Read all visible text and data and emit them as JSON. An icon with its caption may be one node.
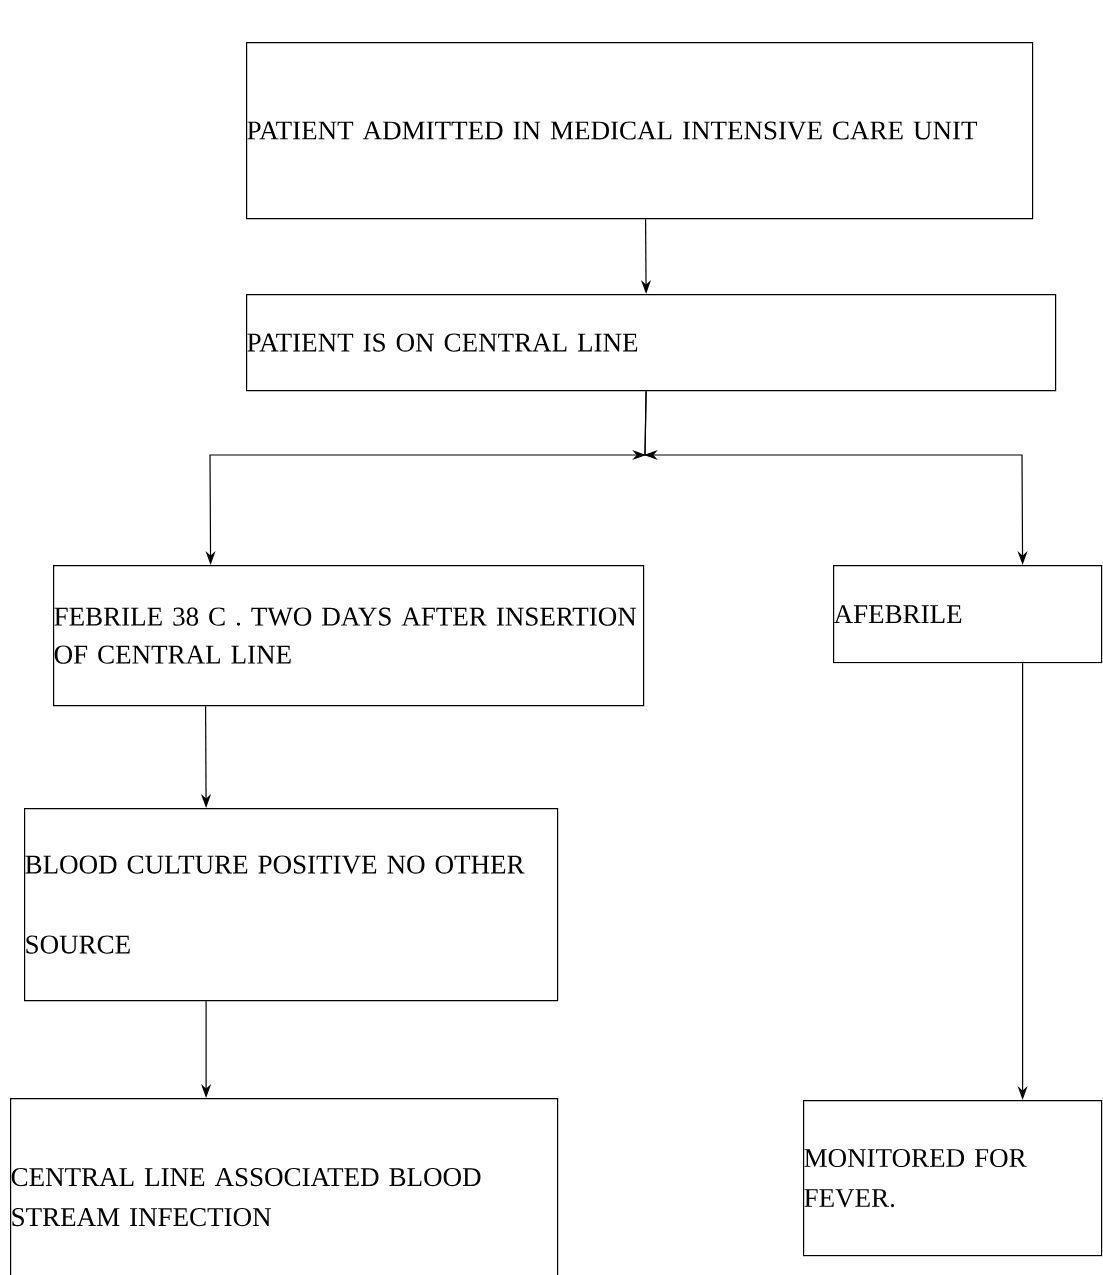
{
  "diagram": {
    "nodes": [
      {
        "text": [
          "PATIENT ADMITTED IN MEDICAL INTENSIVE CARE UNIT"
        ]
      },
      {
        "text": [
          "PATIENT IS ON CENTRAL LINE"
        ]
      },
      {
        "text": [
          "FEBRILE 38 C . TWO DAYS AFTER INSERTION OF CENTRAL LINE"
        ]
      },
      {
        "text": [
          "AFEBRILE"
        ]
      },
      {
        "text": [
          "BLOOD CULTURE POSITIVE NO OTHER SOURCE"
        ]
      },
      {
        "text": [
          "CENTRAL LINE ASSOCIATED BLOOD STREAM INFECTION"
        ]
      },
      {
        "text": [
          "MONITORED FOR FEVER."
        ]
      }
    ],
    "edges": [
      {
        "from": 0,
        "to": 1,
        "arrow": "to"
      },
      {
        "from": 1,
        "to": 2,
        "arrow": "to"
      },
      {
        "from": 1,
        "to": 3,
        "arrow": "to"
      },
      {
        "from": 2,
        "to": 4,
        "arrow": "to"
      },
      {
        "from": 4,
        "to": 5,
        "arrow": "to"
      },
      {
        "from": 3,
        "to": 6,
        "arrow": "to"
      }
    ]
  }
}
